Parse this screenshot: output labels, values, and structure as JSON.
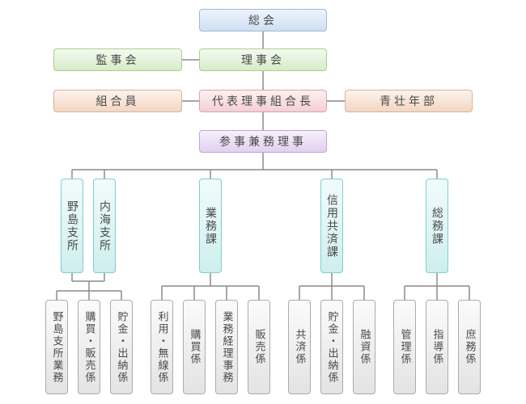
{
  "top": {
    "general_meeting": "総会",
    "board": "理事会",
    "auditors": "監事会",
    "members": "組合員",
    "representative": "代表理事組合長",
    "youth_division": "青壮年部",
    "managing_director": "参事兼務理事"
  },
  "departments": {
    "nojima_branch": "野島支所",
    "uchiumi_branch": "内海支所",
    "business": "業務課",
    "credit_mutual": "信用共済課",
    "general_affairs": "総務課"
  },
  "sections": {
    "nojima_branch_work": "野島支所業務",
    "purchase_sales": "購買・販売係",
    "savings_cashier_1": "貯金・出納係",
    "usage_radio": "利用・無線係",
    "purchasing": "購買係",
    "business_accounting": "業務経理事務",
    "sales": "販売係",
    "mutual_aid": "共済係",
    "savings_cashier_2": "貯金・出納係",
    "financing": "融資係",
    "management": "管理係",
    "guidance": "指導係",
    "general": "庶務係"
  }
}
